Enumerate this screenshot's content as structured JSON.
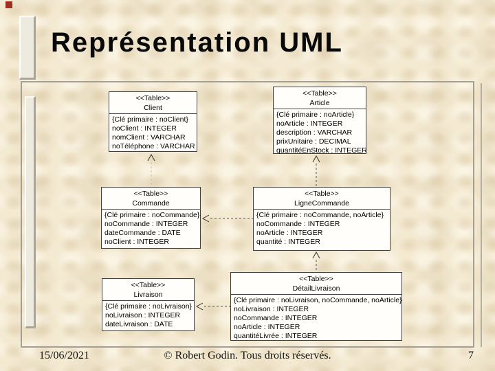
{
  "slide": {
    "title": "Représentation UML",
    "footer": {
      "date": "15/06/2021",
      "copyright": "© Robert Godin. Tous droits réservés.",
      "page_number": "7"
    },
    "colors": {
      "background": "#F4EAD2",
      "accent_square": "#9E2F21",
      "box_border": "#3F3F3F",
      "box_background": "#FFFEFB",
      "connector": "#555555"
    }
  },
  "diagram": {
    "stereotype": "<<Table>>",
    "tables": [
      {
        "name": "Client",
        "attributes": [
          "{Clé primaire : noClient}",
          "noClient : INTEGER",
          "nomClient : VARCHAR",
          "noTéléphone : VARCHAR"
        ]
      },
      {
        "name": "Article",
        "attributes": [
          "{Clé primaire : noArticle}",
          "noArticle : INTEGER",
          "description : VARCHAR",
          "prixUnitaire : DECIMAL",
          "quantitéEnStock : INTEGER"
        ]
      },
      {
        "name": "Commande",
        "attributes": [
          "{Clé primaire : noCommande}",
          "noCommande : INTEGER",
          "dateCommande : DATE",
          "noClient : INTEGER"
        ]
      },
      {
        "name": "LigneCommande",
        "attributes": [
          "{Clé primaire : noCommande, noArticle}",
          "noCommande : INTEGER",
          "noArticle : INTEGER",
          "quantité : INTEGER"
        ]
      },
      {
        "name": "Livraison",
        "attributes": [
          "{Clé primaire : noLivraison}",
          "noLivraison : INTEGER",
          "dateLivraison : DATE"
        ]
      },
      {
        "name": "DétailLivraison",
        "attributes": [
          "{Clé primaire : noLivraison, noCommande, noArticle}",
          "noLivraison : INTEGER",
          "noCommande : INTEGER",
          "noArticle : INTEGER",
          "quantitéLivrée : INTEGER"
        ]
      }
    ],
    "dependencies": [
      {
        "from": "Commande",
        "to": "Client"
      },
      {
        "from": "LigneCommande",
        "to": "Article"
      },
      {
        "from": "LigneCommande",
        "to": "Commande"
      },
      {
        "from": "DétailLivraison",
        "to": "LigneCommande"
      },
      {
        "from": "DétailLivraison",
        "to": "Livraison"
      }
    ]
  }
}
